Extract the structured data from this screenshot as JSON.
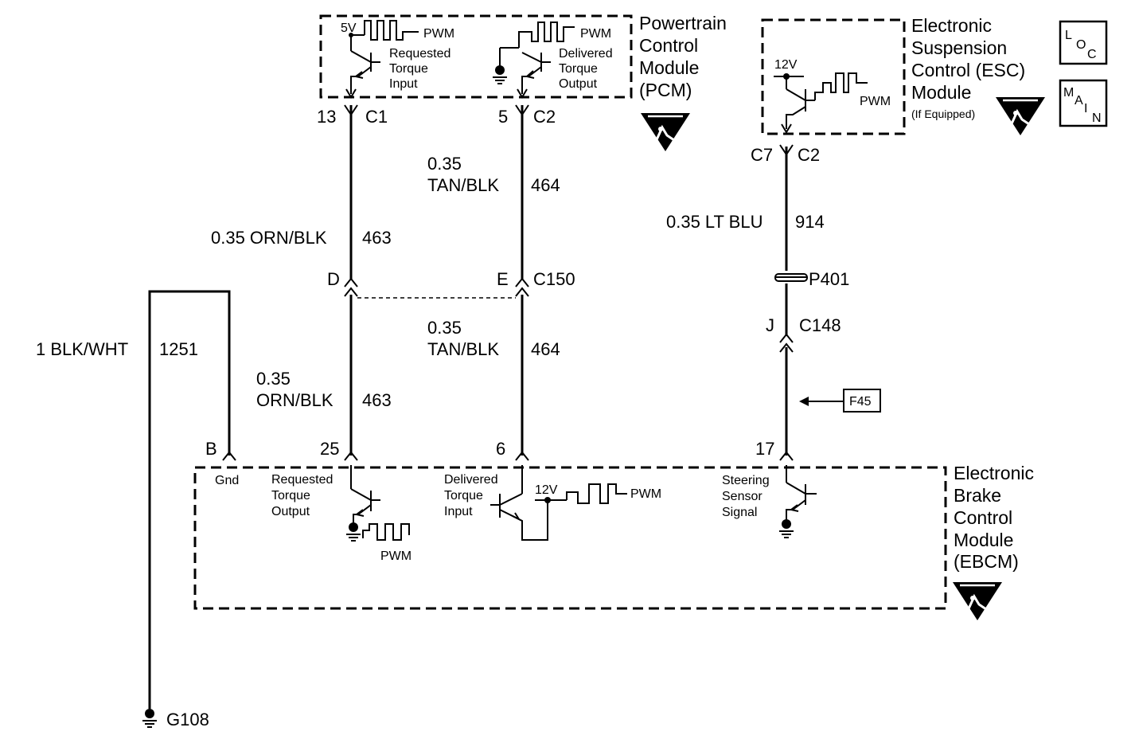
{
  "modules": {
    "pcm": [
      "Powertrain",
      "Control",
      "Module",
      "(PCM)"
    ],
    "esc": [
      "Electronic",
      "Suspension",
      "Control (ESC)",
      "Module"
    ],
    "esc_note": "(If Equipped)",
    "ebcm": [
      "Electronic",
      "Brake",
      "Control",
      "Module",
      "(EBCM)"
    ]
  },
  "nav": {
    "loc": [
      "L",
      "O",
      "C"
    ],
    "main": [
      "M",
      "A",
      "I",
      "N"
    ]
  },
  "pcm_internal": {
    "v5": "5V",
    "pwm": "PWM",
    "req_torque_input": [
      "Requested",
      "Torque",
      "Input"
    ],
    "del_torque_output": [
      "Delivered",
      "Torque",
      "Output"
    ]
  },
  "esc_internal": {
    "v12": "12V",
    "pwm": "PWM"
  },
  "ebcm_internal": {
    "gnd": "Gnd",
    "req_torque_output": [
      "Requested",
      "Torque",
      "Output"
    ],
    "del_torque_input": [
      "Delivered",
      "Torque",
      "Input"
    ],
    "v12": "12V",
    "pwm": "PWM",
    "steering": [
      "Steering",
      "Sensor",
      "Signal"
    ]
  },
  "pins": {
    "pcm_c1_pin": "13",
    "pcm_c1": "C1",
    "pcm_c2_pin": "5",
    "pcm_c2": "C2",
    "esc_c7": "C7",
    "esc_c2": "C2",
    "c150_d": "D",
    "c150_e": "E",
    "c150": "C150",
    "p401": "P401",
    "c148_j": "J",
    "c148": "C148",
    "ebcm_b": "B",
    "ebcm_25": "25",
    "ebcm_6": "6",
    "ebcm_17": "17"
  },
  "wires": {
    "w463_upper": {
      "gauge_color": "0.35 ORN/BLK",
      "circuit": "463"
    },
    "w463_lower": {
      "gauge": "0.35",
      "color": "ORN/BLK",
      "circuit": "463"
    },
    "w464_upper": {
      "gauge": "0.35",
      "color": "TAN/BLK",
      "circuit": "464"
    },
    "w464_lower": {
      "gauge": "0.35",
      "color": "TAN/BLK",
      "circuit": "464"
    },
    "w914": {
      "gauge_color": "0.35 LT BLU",
      "circuit": "914"
    },
    "w1251": {
      "gauge_color": "1 BLK/WHT",
      "circuit": "1251"
    }
  },
  "ground": "G108",
  "ref_box": "F45"
}
